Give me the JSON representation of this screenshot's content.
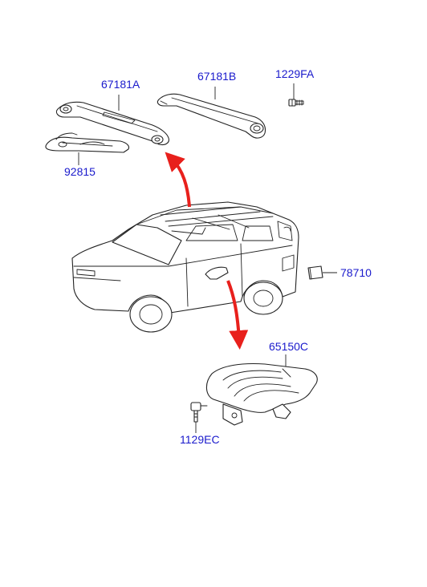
{
  "diagram": {
    "colors": {
      "label": "#1a1acc",
      "line": "#222222",
      "arrow": "#e8201c",
      "background": "#ffffff"
    },
    "parts": [
      {
        "id": "roof-rail-front",
        "label": "67181A"
      },
      {
        "id": "roof-rail-rear",
        "label": "67181B"
      },
      {
        "id": "screw",
        "label": "1229FA"
      },
      {
        "id": "rail-cover",
        "label": "92815"
      },
      {
        "id": "fuel-lid-bracket",
        "label": "78710"
      },
      {
        "id": "side-step-bracket",
        "label": "65150C"
      },
      {
        "id": "bolt",
        "label": "1129EC"
      }
    ]
  }
}
